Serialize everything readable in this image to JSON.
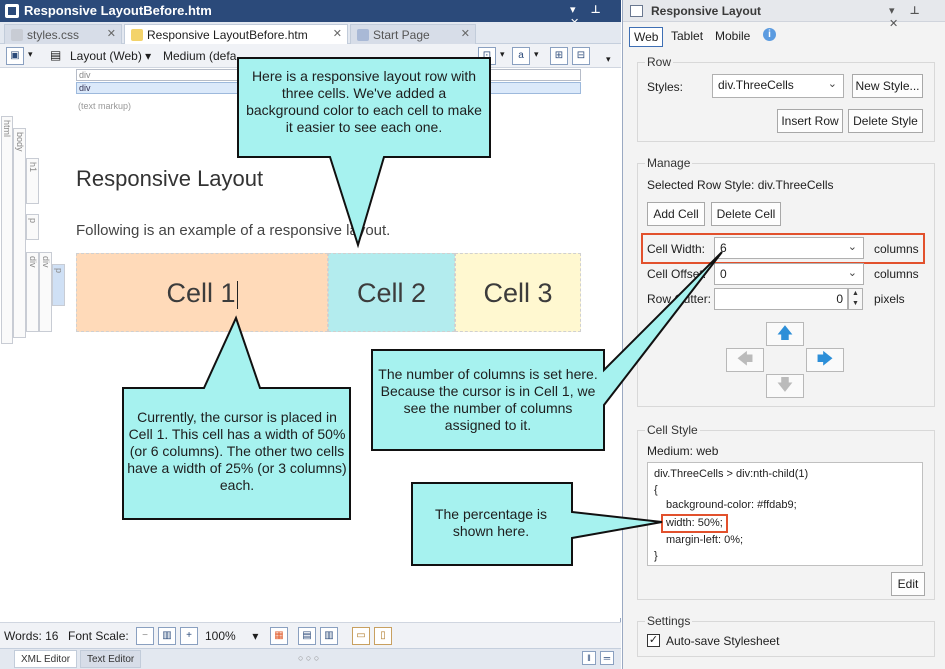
{
  "editor": {
    "title": "Responsive LayoutBefore.htm",
    "tabs": [
      {
        "label": "styles.css",
        "active": false
      },
      {
        "label": "Responsive LayoutBefore.htm",
        "active": true
      },
      {
        "label": "Start Page",
        "active": false
      }
    ],
    "toolbar": {
      "layout_mode": "Layout (Web)",
      "medium": "Medium (defa"
    },
    "ruler": {
      "row1": "div",
      "row2": "div",
      "text_markup": "(text markup)"
    },
    "structure_tags": [
      "html",
      "body",
      "h1",
      "p",
      "div",
      "div",
      "p"
    ],
    "document": {
      "heading": "Responsive Layout",
      "paragraph": "Following is an example of a responsive layout.",
      "cells": [
        {
          "label": "Cell 1",
          "color": "#ffdab9"
        },
        {
          "label": "Cell 2",
          "color": "#b3ecee"
        },
        {
          "label": "Cell 3",
          "color": "#fff8d0"
        }
      ]
    },
    "status": {
      "words": "Words: 16",
      "font_scale_label": "Font Scale:",
      "zoom": "100%"
    },
    "bottom_tabs": [
      "XML Editor",
      "Text Editor"
    ]
  },
  "pane": {
    "title": "Responsive Layout",
    "tabs": [
      "Web",
      "Tablet",
      "Mobile"
    ],
    "active_tab": "Web",
    "row": {
      "group_label": "Row",
      "styles_label": "Styles:",
      "styles_value": "div.ThreeCells",
      "new_style": "New Style...",
      "insert_row": "Insert Row",
      "delete_style": "Delete Style"
    },
    "manage": {
      "group_label": "Manage",
      "selected_row_style": "Selected Row Style: div.ThreeCells",
      "add_cell": "Add Cell",
      "delete_cell": "Delete Cell",
      "cell_width_label": "Cell Width:",
      "cell_width_value": "6",
      "cell_offset_label": "Cell Offset:",
      "cell_offset_value": "0",
      "row_gutter_label": "Row Gutter:",
      "row_gutter_value": "0",
      "unit_columns": "columns",
      "unit_pixels": "pixels"
    },
    "cell_style": {
      "group_label": "Cell Style",
      "medium": "Medium: web",
      "css_lines": [
        "div.ThreeCells > div:nth-child(1)",
        "{",
        "background-color: #ffdab9;",
        "width: 50%;",
        "margin-left: 0%;",
        "}"
      ],
      "edit": "Edit"
    },
    "settings": {
      "group_label": "Settings",
      "auto_save": "Auto-save Stylesheet",
      "auto_save_checked": true
    }
  },
  "callouts": {
    "top": "Here is a responsive layout row with three cells. We've added a background color to each cell to make it easier to see each one.",
    "cursor": "Currently, the cursor is placed in Cell 1. This cell has a width of 50% (or 6 columns). The other two cells have a width of 25% (or 3 columns) each.",
    "columns": "The number of columns is set here. Because the cursor is in Cell 1, we see the number of columns assigned to it.",
    "percentage": "The percentage is shown here."
  },
  "colors": {
    "callout_fill": "#a6f2ef",
    "highlight": "#e2512d",
    "title_bar": "#2b4a7a",
    "accent_blue": "#2d8fd8"
  }
}
